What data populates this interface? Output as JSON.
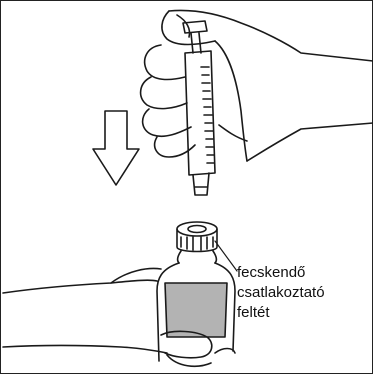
{
  "label": {
    "line1": "fecskendő",
    "line2": "csatlakoztató",
    "line3": "feltét"
  },
  "colors": {
    "outline": "#1a1a1a",
    "bottle_label": "#b3b3b3",
    "arrow_fill": "#ffffff"
  },
  "icons": {
    "arrow": "down-arrow-icon"
  }
}
